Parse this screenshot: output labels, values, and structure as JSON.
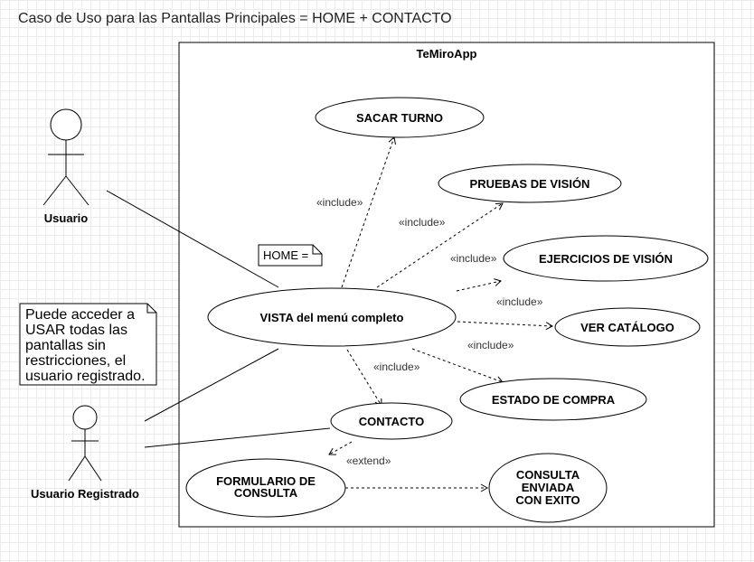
{
  "diagram_title": "Caso de Uso para las Pantallas Principales = HOME + CONTACTO",
  "system": {
    "name": "TeMiroApp"
  },
  "actors": {
    "usuario": "Usuario",
    "registrado": "Usuario Registrado"
  },
  "use_cases": {
    "sacar_turno": "SACAR TURNO",
    "pruebas_vision": "PRUEBAS DE VISIÓN",
    "ejercicios_vision": "EJERCICIOS DE VISIÓN",
    "vista_menu": "VISTA del menú completo",
    "ver_catalogo": "VER CATÁLOGO",
    "estado_compra": "ESTADO DE COMPRA",
    "contacto": "CONTACTO",
    "formulario": [
      "FORMULARIO DE",
      "CONSULTA"
    ],
    "consulta_enviada": [
      "CONSULTA",
      "ENVIADA",
      "CON EXITO"
    ]
  },
  "relations": {
    "include": "«include»",
    "extend": "«extend»"
  },
  "notes": {
    "home": "HOME =",
    "access": [
      "Puede acceder a",
      "USAR todas las",
      "pantallas sin",
      "restricciones, el",
      "usuario registrado."
    ]
  },
  "colors": {
    "stroke": "#000000",
    "grid": "#ececec",
    "fill": "#ffffff"
  }
}
